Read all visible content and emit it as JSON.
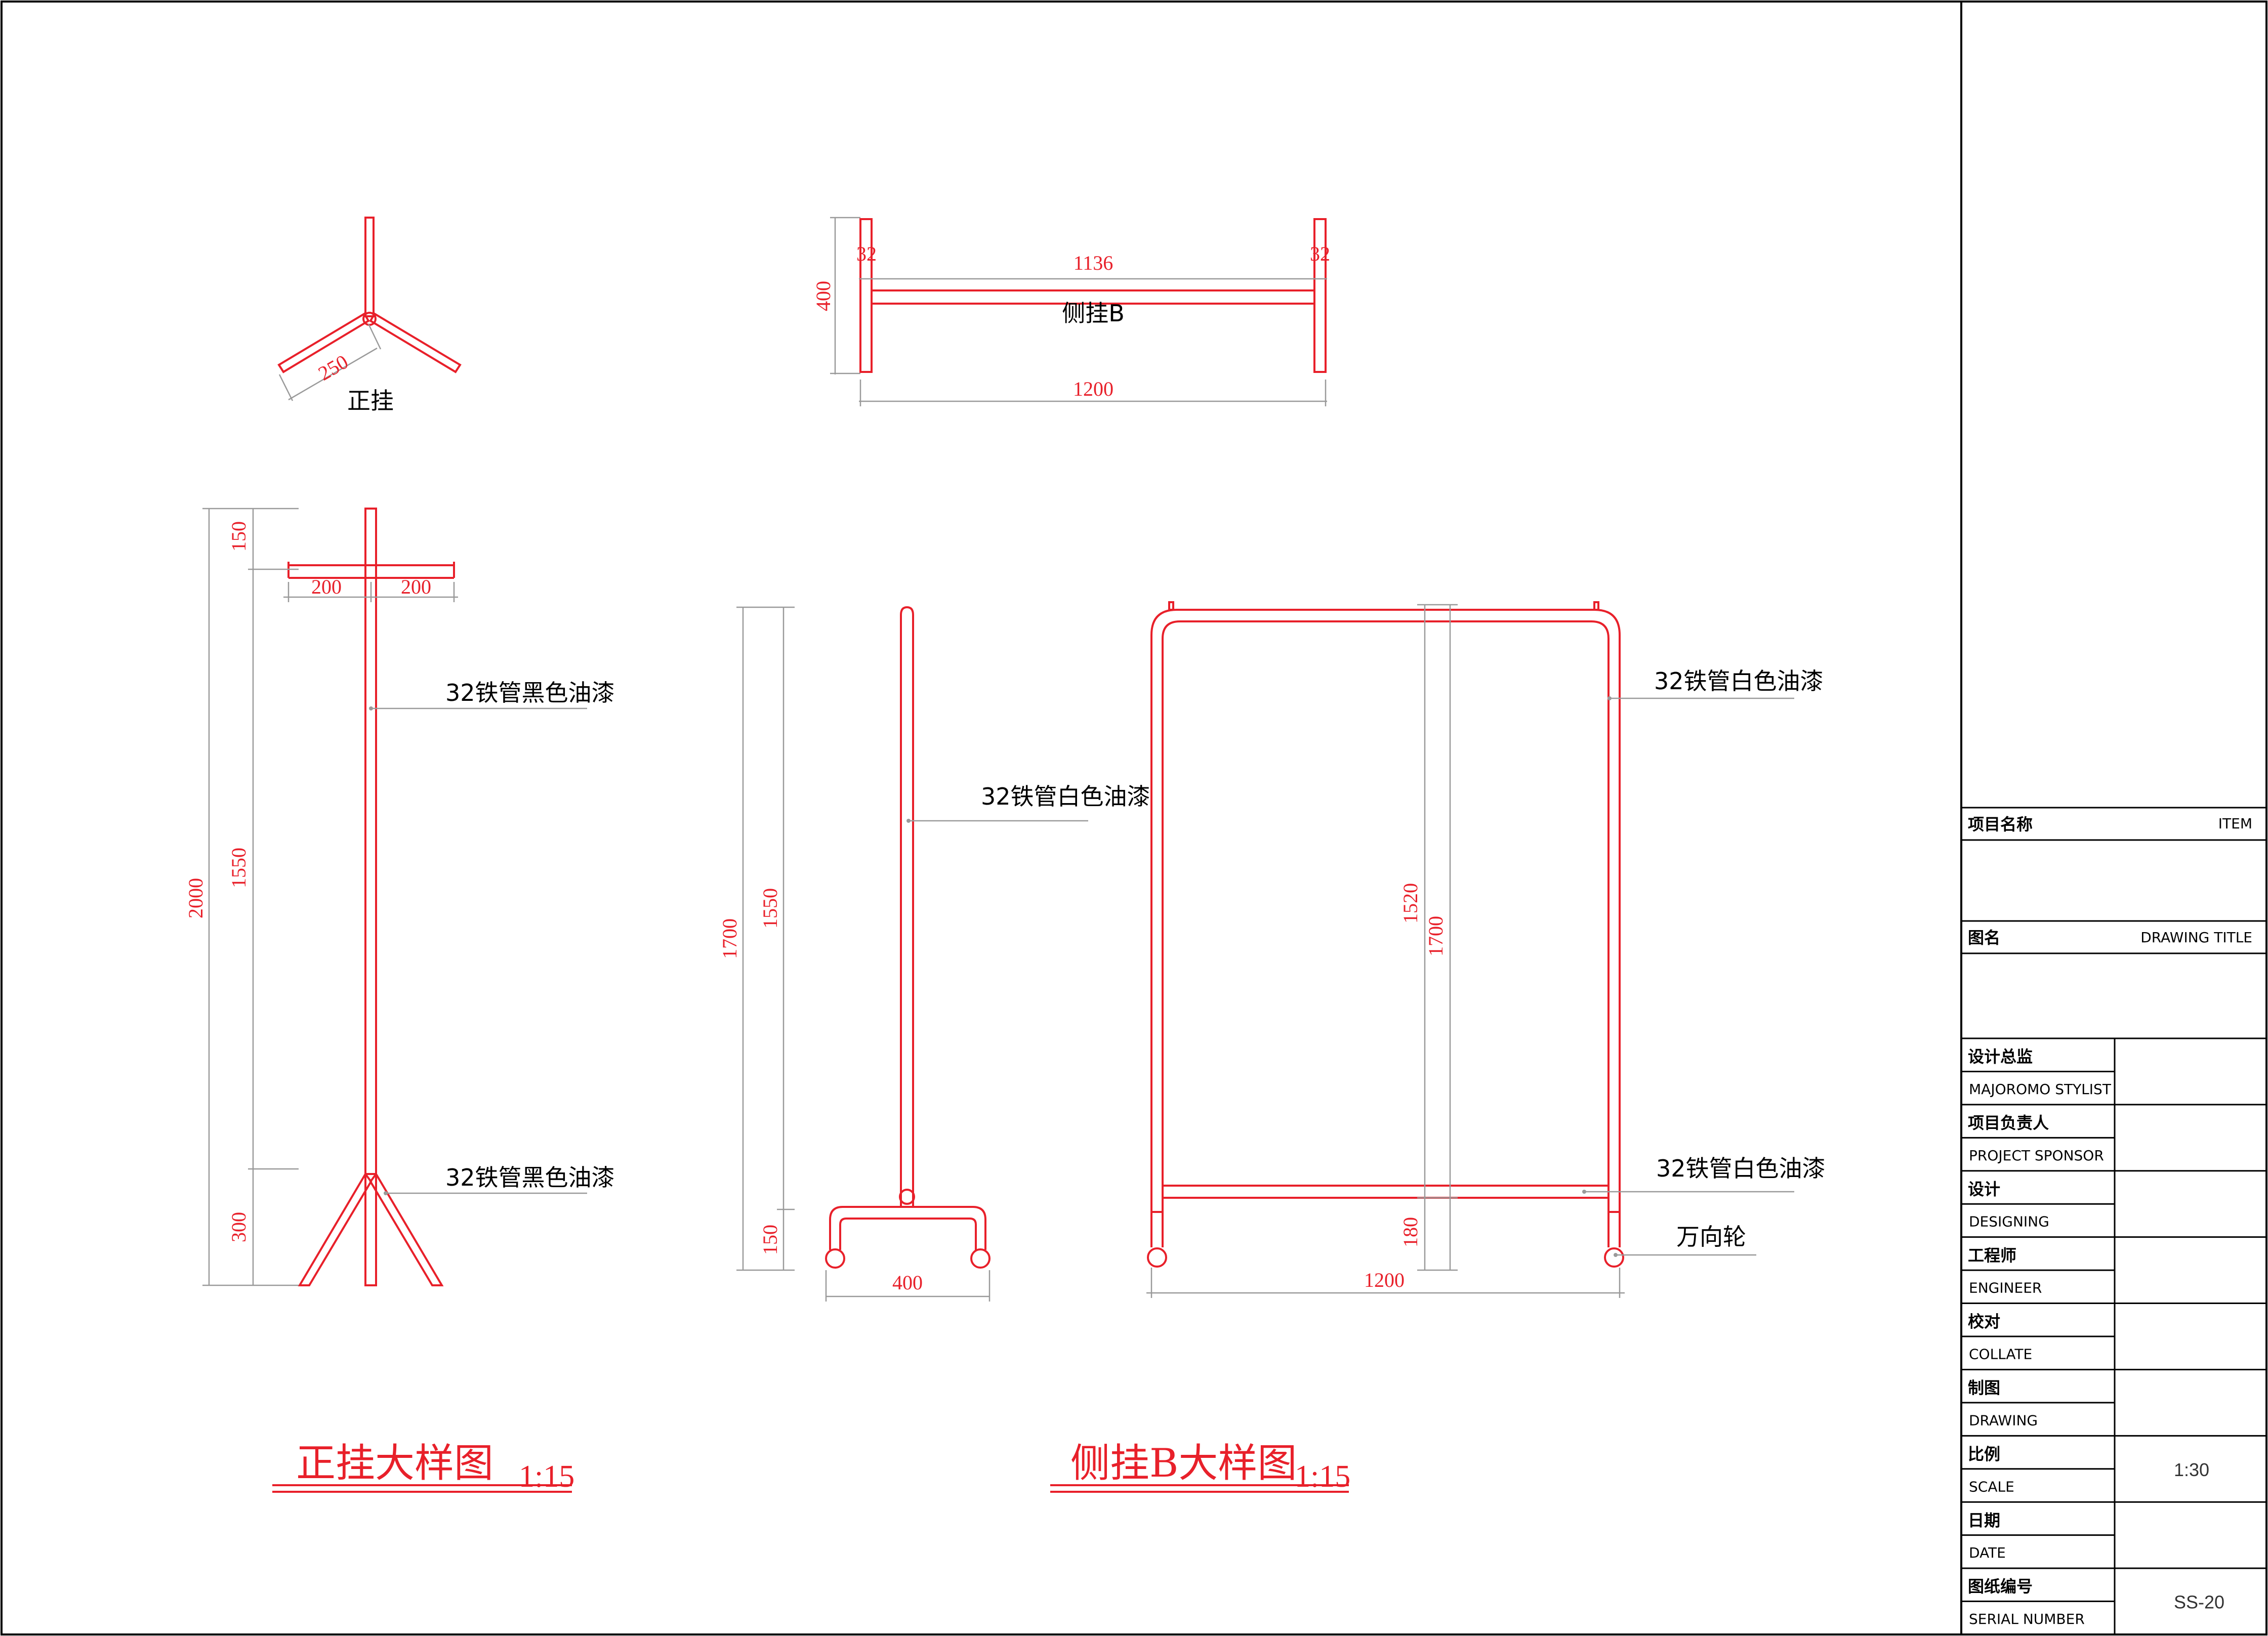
{
  "colors": {
    "drawing": "#e8202a",
    "dimension": "#9a9a9a",
    "frame": "#000000"
  },
  "views": {
    "front_plan_label": "正挂",
    "front_plan_dim": "250",
    "side_plan_label": "侧挂B",
    "side_plan_dims": {
      "left_32": "32",
      "right_32": "32",
      "inner": "1136",
      "outer": "1200",
      "depth": "400"
    },
    "front_elev_dims": {
      "top": "150",
      "arm_left": "200",
      "arm_right": "200",
      "mid": "1550",
      "total": "2000",
      "base": "300"
    },
    "side_elev_dims": {
      "total": "1700",
      "mid": "1550",
      "base": "150",
      "width": "400"
    },
    "side_front_dims": {
      "inner": "1520",
      "total": "1700",
      "base": "180",
      "width": "1200"
    }
  },
  "notes": {
    "front_upper": "32铁管黑色油漆",
    "front_lower": "32铁管黑色油漆",
    "side_elev": "32铁管白色油漆",
    "side_front_upper": "32铁管白色油漆",
    "side_front_lower": "32铁管白色油漆",
    "caster": "万向轮"
  },
  "titles": {
    "left_title": "正挂大样图",
    "left_scale": "1:15",
    "right_title": "侧挂B大样图",
    "right_scale": "1:15"
  },
  "title_block": {
    "item_cn": "项目名称",
    "item_en": "ITEM",
    "drawing_title_cn": "图名",
    "drawing_title_en": "DRAWING TITLE",
    "rows": [
      {
        "cn": "设计总监",
        "en": "MAJOROMO STYLIST",
        "value": ""
      },
      {
        "cn": "项目负责人",
        "en": "PROJECT SPONSOR",
        "value": ""
      },
      {
        "cn": "设计",
        "en": "DESIGNING",
        "value": ""
      },
      {
        "cn": "工程师",
        "en": "ENGINEER",
        "value": ""
      },
      {
        "cn": "校对",
        "en": "COLLATE",
        "value": ""
      },
      {
        "cn": "制图",
        "en": "DRAWING",
        "value": ""
      },
      {
        "cn": "比例",
        "en": "SCALE",
        "value": "1:30"
      },
      {
        "cn": "日期",
        "en": "DATE",
        "value": ""
      },
      {
        "cn": "图纸编号",
        "en": "SERIAL NUMBER",
        "value": "SS-20"
      }
    ]
  }
}
